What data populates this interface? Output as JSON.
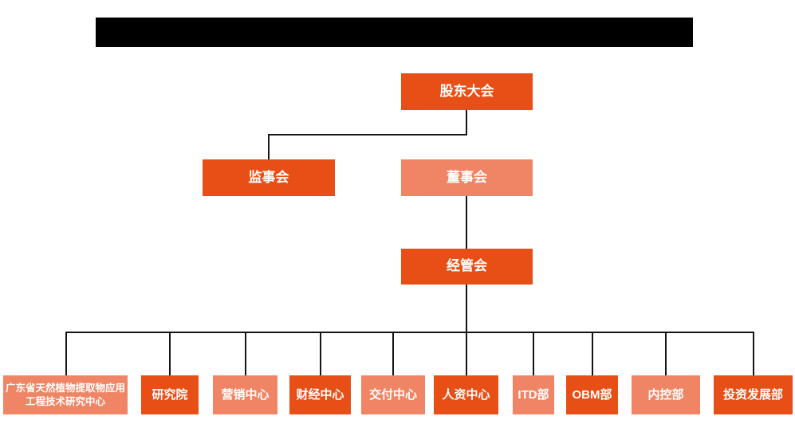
{
  "colors": {
    "primary_orange": "#E84F16",
    "secondary_orange": "#EF8565",
    "connector_line": "#151515",
    "node_text": "#FFFFFF",
    "redaction_bar": "#000000",
    "background": "#FFFFFF"
  },
  "org_chart": {
    "top": {
      "label": "股东大会"
    },
    "level2": [
      {
        "label": "监事会"
      },
      {
        "label": "董事会"
      }
    ],
    "level3": {
      "label": "经管会"
    },
    "departments": [
      {
        "label": "广东省天然植物提取物应用工程技术研究中心"
      },
      {
        "label": "研究院"
      },
      {
        "label": "营销中心"
      },
      {
        "label": "财经中心"
      },
      {
        "label": "交付中心"
      },
      {
        "label": "人资中心"
      },
      {
        "label": "ITD部"
      },
      {
        "label": "OBM部"
      },
      {
        "label": "内控部"
      },
      {
        "label": "投资发展部"
      }
    ]
  }
}
